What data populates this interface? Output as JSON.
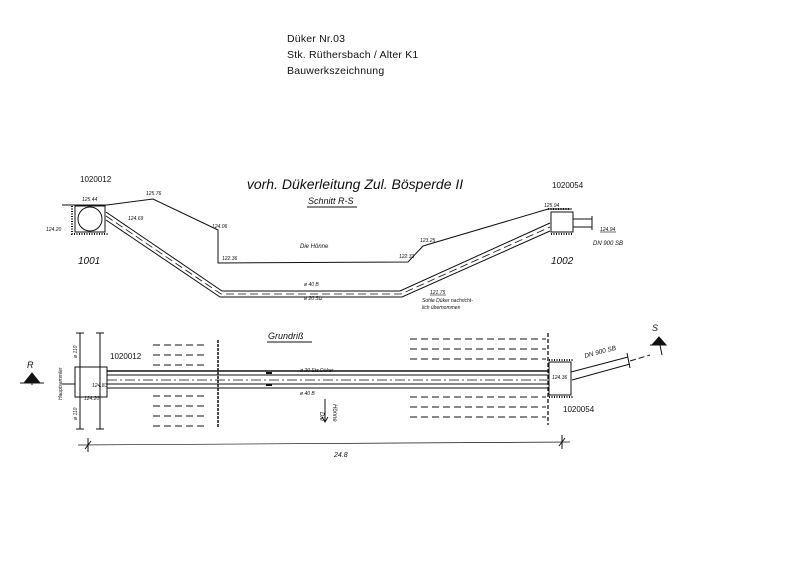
{
  "header": {
    "line1": "Düker Nr.03",
    "line2": "Stk. Rüthersbach / Alter K1",
    "line3": "Bauwerkszeichnung"
  },
  "section": {
    "title": "vorh. Dükerleitung Zul. Bösperde II",
    "subtitle": "Schnitt R-S",
    "left_id": "1020012",
    "right_id": "1020054",
    "left_no": "1001",
    "right_no": "1002",
    "river": "Die Hönne",
    "pipe_top": "ø 40 B",
    "pipe_bottom": "ø 20 Stz",
    "note_level": "121.75",
    "note_line1": "Sohle Düker nachricht-",
    "note_line2": "lich übernommen",
    "outlet": "DN 900 SB",
    "levels": {
      "l12544": "125.44",
      "l12469": "124.69",
      "l12420": "124.20",
      "l12576": "125.76",
      "l12406": "124.06",
      "l12236": "122.36",
      "l12233": "122.33",
      "l12325": "123.25",
      "l12594": "125.94",
      "l12494": "124.94"
    }
  },
  "plan": {
    "title": "Grundriß",
    "left_id": "1020012",
    "right_id": "1020054",
    "marker_left": "R",
    "marker_right": "S",
    "main_sewer": "Hauptsammler",
    "d_top": "ø 110",
    "d_bottom": "ø 110",
    "level_a": "124.83",
    "level_b": "124.20",
    "level_right": "124.36",
    "pipe_top": "ø 20 Stz  Düker",
    "pipe_bottom": "ø 40 B",
    "river_1": "Die",
    "river_2": "Hönne",
    "outlet": "DN 900 SB",
    "dimension": "24.8"
  }
}
